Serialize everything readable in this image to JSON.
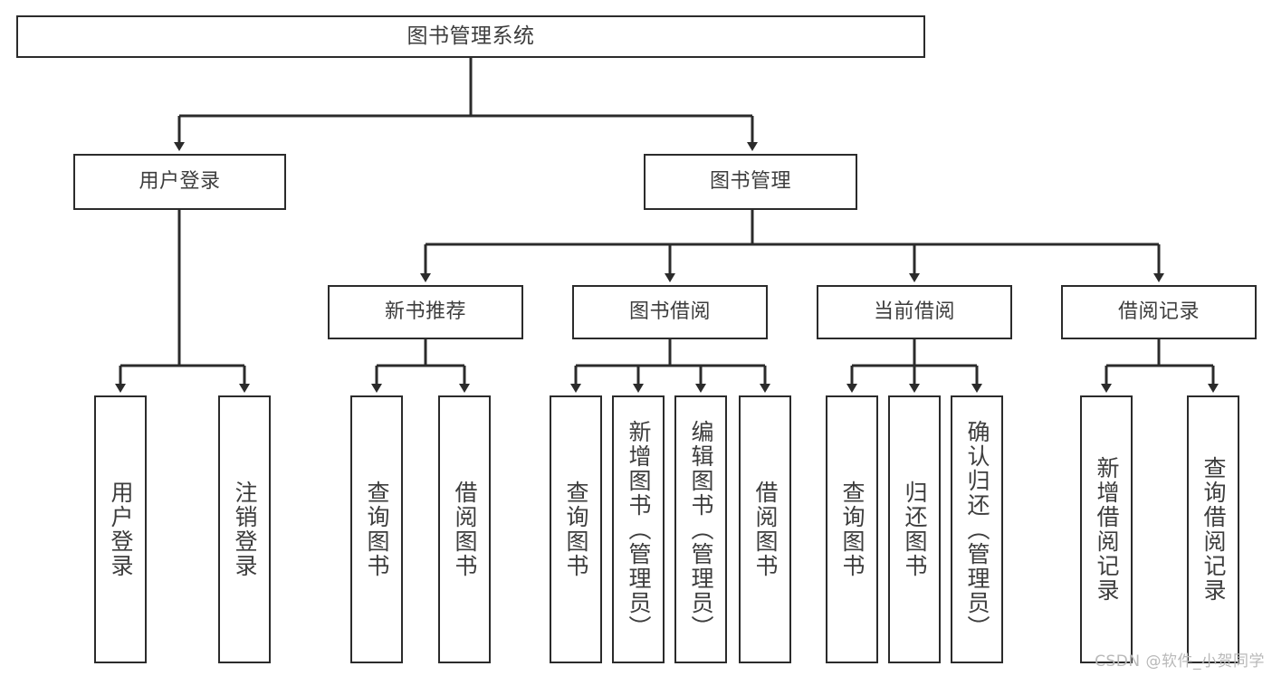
{
  "diagram": {
    "title": "图书管理系统",
    "watermark": "CSDN @软件_小贺同学",
    "colors": {
      "box_border": "#2b2b2b",
      "box_fill": "#ffffff",
      "text": "#3d3d3d",
      "connector": "#2b2b2b",
      "watermark": "#b9b9b9",
      "background": "#ffffff"
    },
    "root": {
      "label": "图书管理系统"
    },
    "level2": [
      {
        "label": "用户登录"
      },
      {
        "label": "图书管理"
      }
    ],
    "level3": [
      {
        "label": "新书推荐"
      },
      {
        "label": "图书借阅"
      },
      {
        "label": "当前借阅"
      },
      {
        "label": "借阅记录"
      }
    ],
    "leaves": {
      "user_login": [
        {
          "label": "用户登录"
        },
        {
          "label": "注销登录"
        }
      ],
      "new_book_recommend": [
        {
          "label": "查询图书"
        },
        {
          "label": "借阅图书"
        }
      ],
      "book_borrow": [
        {
          "label": "查询图书"
        },
        {
          "label": "新增图书（管理员）"
        },
        {
          "label": "编辑图书（管理员）"
        },
        {
          "label": "借阅图书"
        }
      ],
      "current_borrow": [
        {
          "label": "查询图书"
        },
        {
          "label": "归还图书"
        },
        {
          "label": "确认归还（管理员）"
        }
      ],
      "borrow_record": [
        {
          "label": "新增借阅记录"
        },
        {
          "label": "查询借阅记录"
        }
      ]
    }
  },
  "chart_data": {
    "type": "table",
    "title": "图书管理系统 功能结构图",
    "tree": {
      "label": "图书管理系统",
      "children": [
        {
          "label": "用户登录",
          "children": [
            {
              "label": "用户登录"
            },
            {
              "label": "注销登录"
            }
          ]
        },
        {
          "label": "图书管理",
          "children": [
            {
              "label": "新书推荐",
              "children": [
                {
                  "label": "查询图书"
                },
                {
                  "label": "借阅图书"
                }
              ]
            },
            {
              "label": "图书借阅",
              "children": [
                {
                  "label": "查询图书"
                },
                {
                  "label": "新增图书（管理员）"
                },
                {
                  "label": "编辑图书（管理员）"
                },
                {
                  "label": "借阅图书"
                }
              ]
            },
            {
              "label": "当前借阅",
              "children": [
                {
                  "label": "查询图书"
                },
                {
                  "label": "归还图书"
                },
                {
                  "label": "确认归还（管理员）"
                }
              ]
            },
            {
              "label": "借阅记录",
              "children": [
                {
                  "label": "新增借阅记录"
                },
                {
                  "label": "查询借阅记录"
                }
              ]
            }
          ]
        }
      ]
    }
  }
}
